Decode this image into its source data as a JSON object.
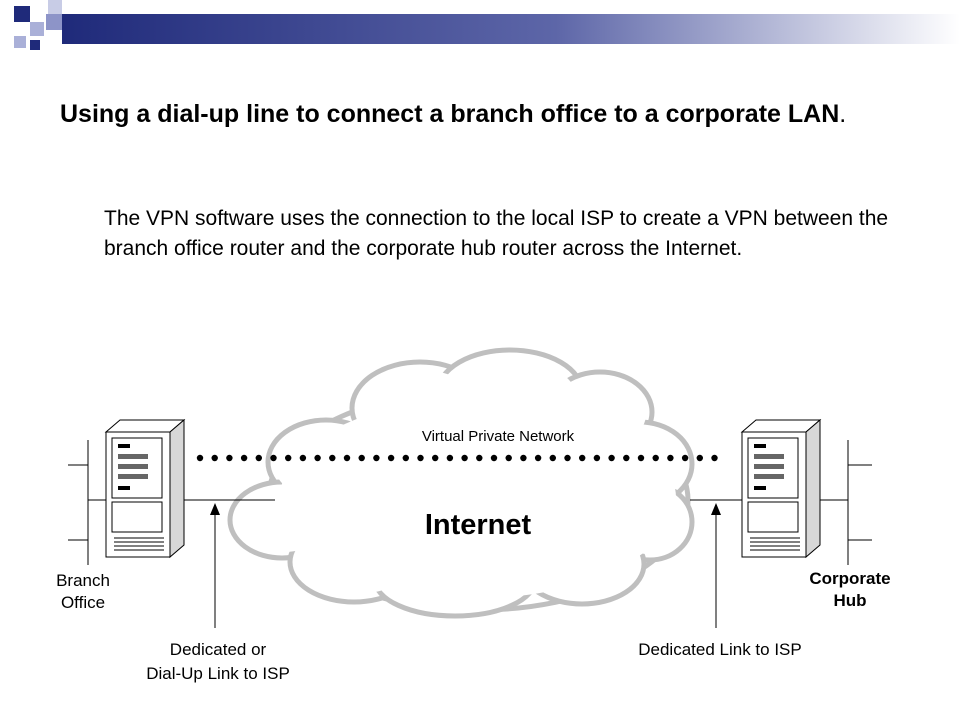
{
  "slide": {
    "heading": "Using a dial-up line to connect a branch office to a corporate LAN",
    "heading_end": ".",
    "body": "The VPN software uses the connection to the local ISP to create a VPN between the branch office router and the corporate hub router across the Internet."
  },
  "diagram": {
    "vpn_label": "Virtual Private Network",
    "cloud_label": "Internet",
    "branch_label_1": "Branch",
    "branch_label_2": "Office",
    "hub_label_1": "Corporate",
    "hub_label_2": "Hub",
    "left_link_label_1": "Dedicated or",
    "left_link_label_2": "Dial-Up Link to ISP",
    "right_link_label": "Dedicated Link to ISP"
  },
  "colors": {
    "banner_navy": "#1f2a7a",
    "banner_light": "#aab0d8",
    "cloud_stroke": "#bfbfbf"
  }
}
